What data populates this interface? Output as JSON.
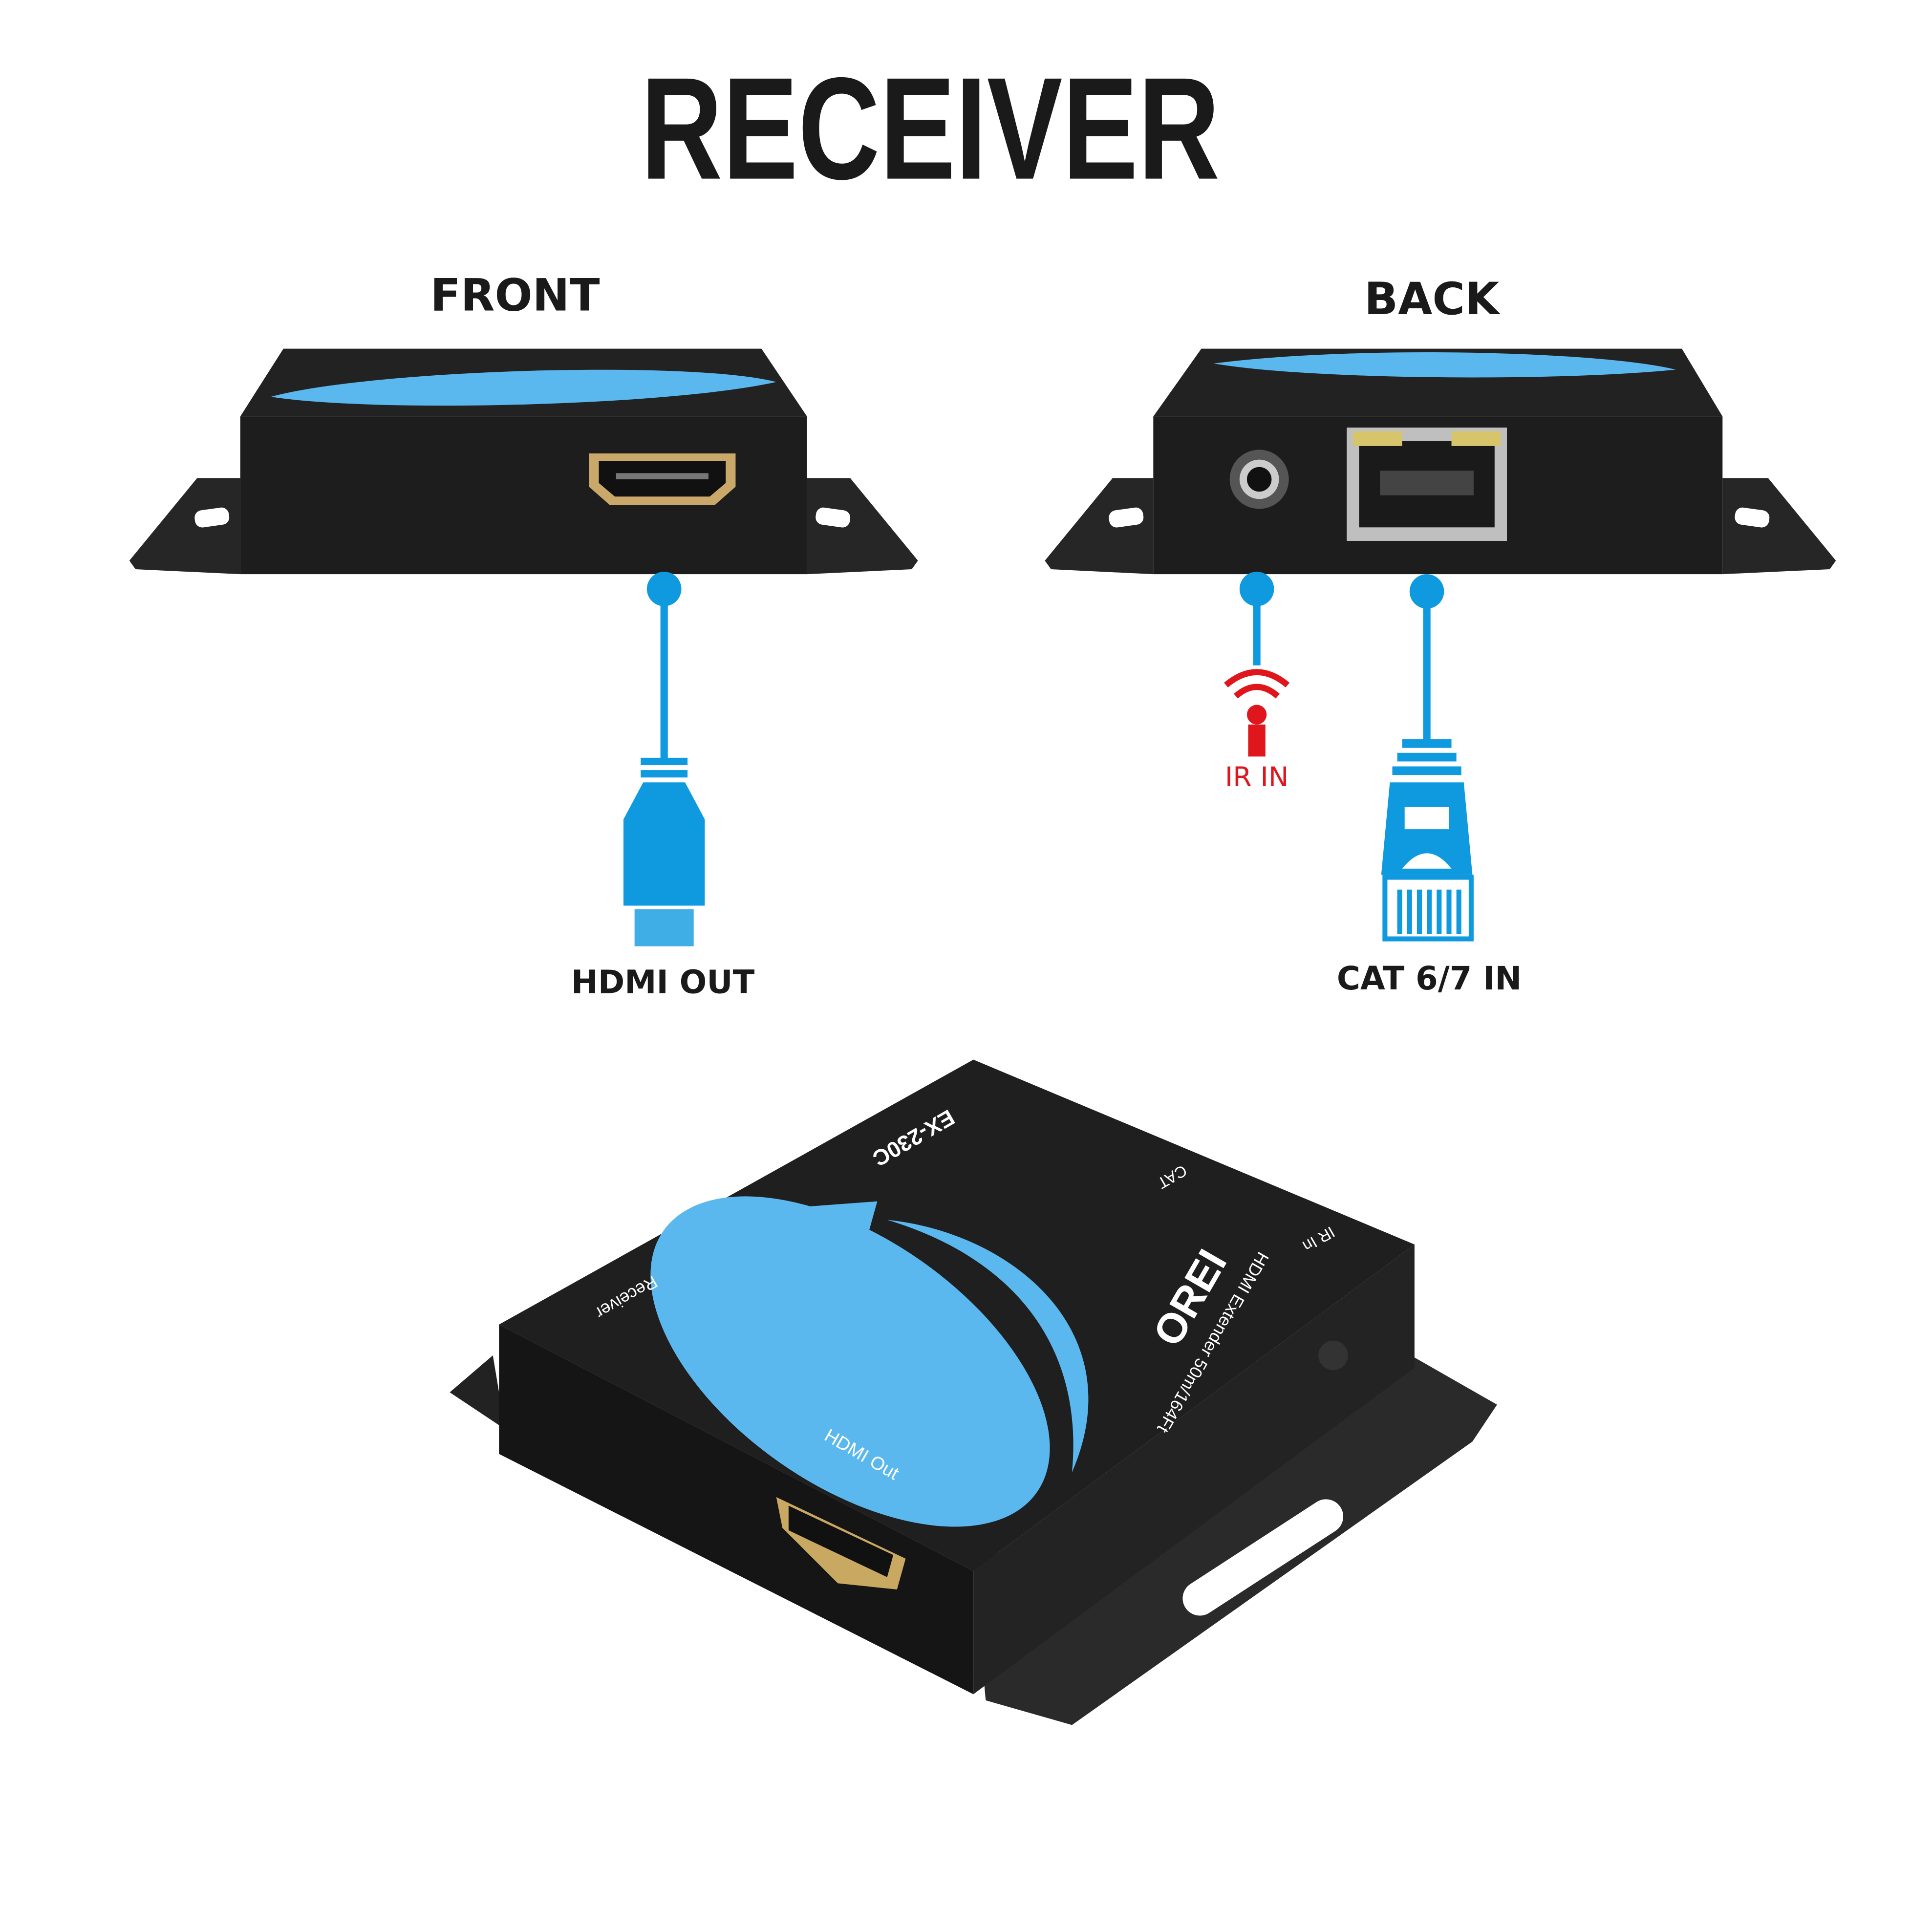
{
  "title": "RECEIVER",
  "views": {
    "front": "FRONT",
    "back": "BACK"
  },
  "ports": {
    "hdmi_out": "HDMI OUT",
    "ir_in": "IR IN",
    "cat_in": "CAT 6/7 IN"
  },
  "device_print": {
    "model": "EX-230C",
    "brand": "OREI",
    "product": "HDMI Extender 50m/164Ft",
    "role": "Receiver",
    "hdmi_port": "HDMI Out",
    "cat_port": "CAT",
    "ir_port": "IR In"
  },
  "colors": {
    "accent_blue": "#0f9ae0",
    "ir_red": "#e0161d",
    "label_blue": "#5bb8ef",
    "device_black": "#1c1c1c"
  }
}
